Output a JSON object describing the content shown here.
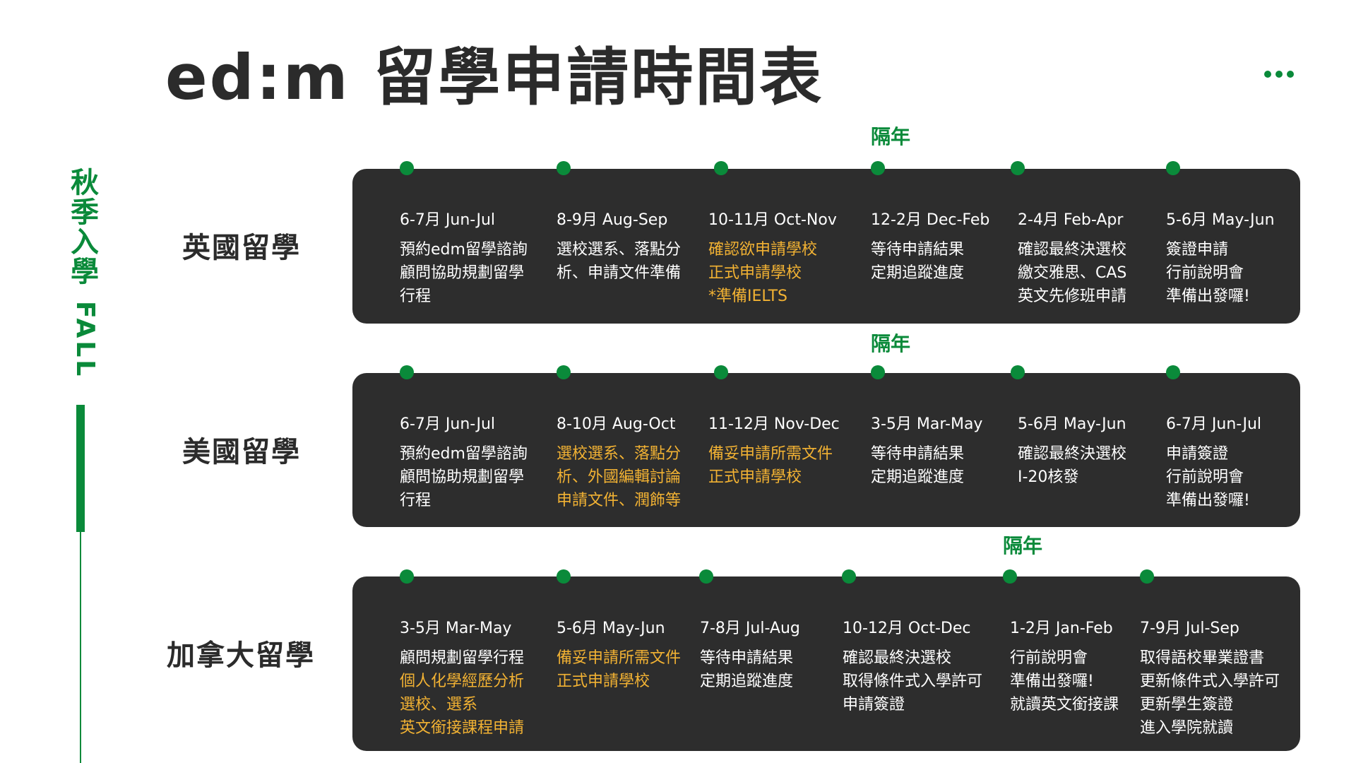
{
  "title": "ed:m 留學申請時間表",
  "season": {
    "zh": "秋季入學",
    "en": "FALL"
  },
  "next_year_label": "隔年",
  "colors": {
    "accent_green": "#0a8a3a",
    "card_bg": "#2d2d2d",
    "highlight": "#f2b233"
  },
  "uk": {
    "label": "英國留學",
    "steps": [
      {
        "date": "6-7月 Jun-Jul",
        "lines": [
          {
            "text": "預約edm留學諮詢",
            "hl": false
          },
          {
            "text": "顧問協助規劃留學",
            "hl": false
          },
          {
            "text": "行程",
            "hl": false
          }
        ]
      },
      {
        "date": "8-9月 Aug-Sep",
        "lines": [
          {
            "text": "選校選系、落點分",
            "hl": false
          },
          {
            "text": "析、申請文件準備",
            "hl": false
          }
        ]
      },
      {
        "date": "10-11月 Oct-Nov",
        "lines": [
          {
            "text": "確認欲申請學校",
            "hl": true
          },
          {
            "text": "正式申請學校",
            "hl": true
          },
          {
            "text": "*準備IELTS",
            "hl": true
          }
        ]
      },
      {
        "date": "12-2月 Dec-Feb",
        "lines": [
          {
            "text": "等待申請結果",
            "hl": false
          },
          {
            "text": "定期追蹤進度",
            "hl": false
          }
        ]
      },
      {
        "date": "2-4月 Feb-Apr",
        "lines": [
          {
            "text": "確認最終決選校",
            "hl": false
          },
          {
            "text": "繳交雅思、CAS",
            "hl": false
          },
          {
            "text": "英文先修班申請",
            "hl": false
          }
        ]
      },
      {
        "date": "5-6月 May-Jun",
        "lines": [
          {
            "text": "簽證申請",
            "hl": false
          },
          {
            "text": "行前說明會",
            "hl": false
          },
          {
            "text": "準備出發囉!",
            "hl": false
          }
        ]
      }
    ]
  },
  "us": {
    "label": "美國留學",
    "steps": [
      {
        "date": "6-7月 Jun-Jul",
        "lines": [
          {
            "text": "預約edm留學諮詢",
            "hl": false
          },
          {
            "text": "顧問協助規劃留學",
            "hl": false
          },
          {
            "text": "行程",
            "hl": false
          }
        ]
      },
      {
        "date": "8-10月 Aug-Oct",
        "lines": [
          {
            "text": "選校選系、落點分",
            "hl": true
          },
          {
            "text": "析、外國編輯討論",
            "hl": true
          },
          {
            "text": "申請文件、潤飾等",
            "hl": true
          }
        ]
      },
      {
        "date": "11-12月 Nov-Dec",
        "lines": [
          {
            "text": "備妥申請所需文件",
            "hl": true
          },
          {
            "text": "正式申請學校",
            "hl": true
          }
        ]
      },
      {
        "date": "3-5月 Mar-May",
        "lines": [
          {
            "text": "等待申請結果",
            "hl": false
          },
          {
            "text": "定期追蹤進度",
            "hl": false
          }
        ]
      },
      {
        "date": "5-6月 May-Jun",
        "lines": [
          {
            "text": "確認最終決選校",
            "hl": false
          },
          {
            "text": "I-20核發",
            "hl": false
          }
        ]
      },
      {
        "date": "6-7月 Jun-Jul",
        "lines": [
          {
            "text": "申請簽證",
            "hl": false
          },
          {
            "text": "行前說明會",
            "hl": false
          },
          {
            "text": "準備出發囉!",
            "hl": false
          }
        ]
      }
    ]
  },
  "ca": {
    "label": "加拿大留學",
    "steps": [
      {
        "date": "3-5月 Mar-May",
        "lines": [
          {
            "text": "顧問規劃留學行程",
            "hl": false
          },
          {
            "text": "個人化學經歷分析",
            "hl": true
          },
          {
            "text": "選校、選系",
            "hl": true
          },
          {
            "text": "英文銜接課程申請",
            "hl": true
          }
        ]
      },
      {
        "date": "5-6月 May-Jun",
        "lines": [
          {
            "text": "備妥申請所需文件",
            "hl": true
          },
          {
            "text": "正式申請學校",
            "hl": true
          }
        ]
      },
      {
        "date": "7-8月 Jul-Aug",
        "lines": [
          {
            "text": "等待申請結果",
            "hl": false
          },
          {
            "text": "定期追蹤進度",
            "hl": false
          }
        ]
      },
      {
        "date": "10-12月 Oct-Dec",
        "lines": [
          {
            "text": "確認最終決選校",
            "hl": false
          },
          {
            "text": "取得條件式入學許可",
            "hl": false
          },
          {
            "text": "申請簽證",
            "hl": false
          }
        ]
      },
      {
        "date": "1-2月 Jan-Feb",
        "lines": [
          {
            "text": "行前說明會",
            "hl": false
          },
          {
            "text": "準備出發囉!",
            "hl": false
          },
          {
            "text": "就讀英文銜接課",
            "hl": false
          }
        ]
      },
      {
        "date": "7-9月 Jul-Sep",
        "lines": [
          {
            "text": "取得語校畢業證書",
            "hl": false
          },
          {
            "text": "更新條件式入學許可",
            "hl": false
          },
          {
            "text": "更新學生簽證",
            "hl": false
          },
          {
            "text": "進入學院就讀",
            "hl": false
          }
        ]
      }
    ]
  }
}
